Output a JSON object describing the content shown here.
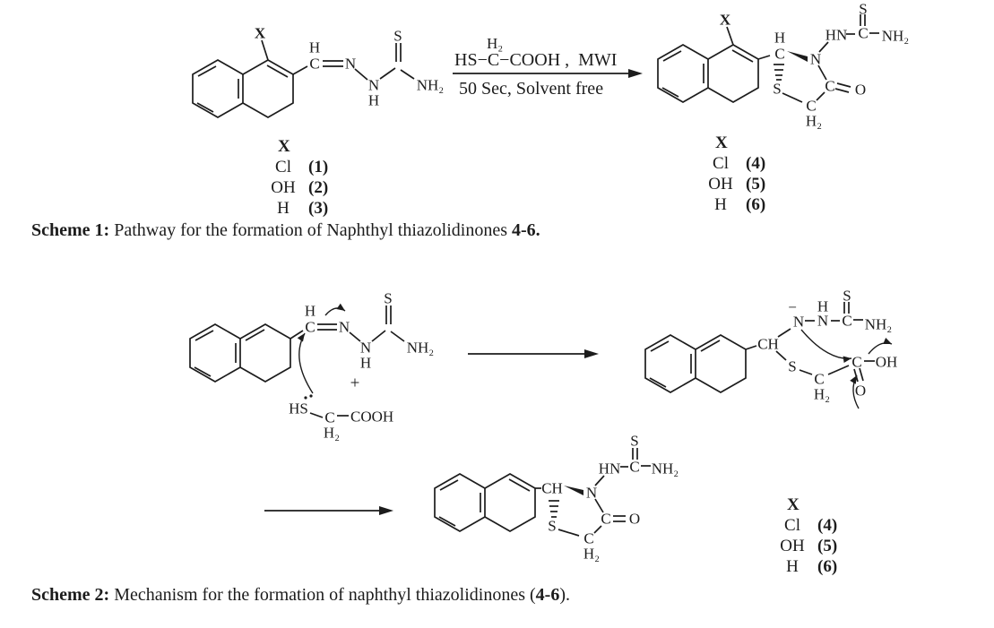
{
  "figure": {
    "background": "#ffffff",
    "ink": "#1c1c1c"
  },
  "scheme1": {
    "caption": {
      "label": "Scheme 1:",
      "body": " Pathway for the formation of Naphthyl thiazolidinones ",
      "compounds": "4-6",
      "end": "."
    },
    "conditions": {
      "reagent_sub": "H₂",
      "reagent": "HS−C−COOH ,  MWI",
      "below": "50 Sec, Solvent free"
    },
    "reactant_atoms": {
      "x": "X",
      "h": "H",
      "c": "C",
      "n1": "N",
      "n2": "N",
      "n2_h": "H",
      "s": "S",
      "nh2": "NH₂"
    },
    "product_atoms": {
      "x": "X",
      "h": "H",
      "c": "C",
      "n": "N",
      "s_ring": "S",
      "co_c": "C",
      "co_o": "O",
      "ch2_c": "C",
      "ch2_h": "H₂",
      "hn": "HN",
      "cs_c": "C",
      "cs_s": "S",
      "nh2": "NH₂"
    },
    "substituent_table_reactant": {
      "header": "X",
      "rows": [
        {
          "sub": "Cl",
          "num": "(1)"
        },
        {
          "sub": "OH",
          "num": "(2)"
        },
        {
          "sub": "H",
          "num": "(3)"
        }
      ]
    },
    "substituent_table_product": {
      "header": "X",
      "rows": [
        {
          "sub": "Cl",
          "num": "(4)"
        },
        {
          "sub": "OH",
          "num": "(5)"
        },
        {
          "sub": "H",
          "num": "(6)"
        }
      ]
    }
  },
  "scheme2": {
    "caption": {
      "label": "Scheme 2:",
      "body": " Mechanism for the formation of naphthyl thiazolidinones (",
      "compounds": "4-6",
      "end": ")."
    },
    "reactant_atoms": {
      "h": "H",
      "c": "C",
      "n1": "N",
      "n2": "N",
      "n2_h": "H",
      "s": "S",
      "nh2": "NH₂",
      "plus": "+",
      "hs": "HS",
      "ch2_c": "C",
      "ch2_h": "H₂",
      "cooh": "COOH"
    },
    "intermediate_atoms": {
      "ch": "CH",
      "minus": "−",
      "n1": "N",
      "n2": "N",
      "n2_h": "H",
      "cs_c": "C",
      "cs_s": "S",
      "nh2": "NH₂",
      "s": "S",
      "ch2_c": "C",
      "ch2_h": "H₂",
      "acid_c": "C",
      "oh": "OH",
      "o": "O"
    },
    "product_atoms": {
      "ch": "CH",
      "n": "N",
      "s_ring": "S",
      "co_c": "C",
      "co_o": "O",
      "ch2_c": "C",
      "ch2_h": "H₂",
      "hn": "HN",
      "cs_c": "C",
      "cs_s": "S",
      "nh2": "NH₂"
    },
    "substituent_table": {
      "header": "X",
      "rows": [
        {
          "sub": "Cl",
          "num": "(4)"
        },
        {
          "sub": "OH",
          "num": "(5)"
        },
        {
          "sub": "H",
          "num": "(6)"
        }
      ]
    }
  }
}
